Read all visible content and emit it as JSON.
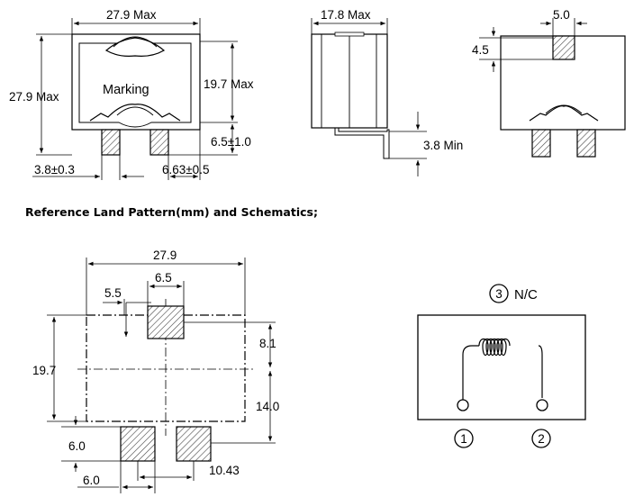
{
  "top_view": {
    "width_label": "27.9 Max",
    "height_label": "27.9 Max",
    "marking_label": "Marking",
    "inner_height_label": "19.7 Max",
    "pad_height_label": "6.5±1.0",
    "left_pad_label": "3.8±0.3",
    "right_pad_label": "6.63±0.5"
  },
  "side_view": {
    "width_label": "17.8 Max",
    "lead_label": "3.8 Min"
  },
  "bottom_view": {
    "tab_width_label": "5.0",
    "tab_height_label": "4.5"
  },
  "section_heading": "Reference Land Pattern(mm) and Schematics;",
  "land_pattern": {
    "total_width": "27.9",
    "pad3_width": "6.5",
    "pad3_offset": "5.5",
    "height": "19.7",
    "top_gap": "8.1",
    "pad_spacing": "14.0",
    "pad_height": "6.0",
    "pad_width": "6.0",
    "pad_pitch": "10.43"
  },
  "schematic": {
    "pin3_number": "3",
    "pin3_label": "N/C",
    "pin1_number": "1",
    "pin2_number": "2"
  }
}
